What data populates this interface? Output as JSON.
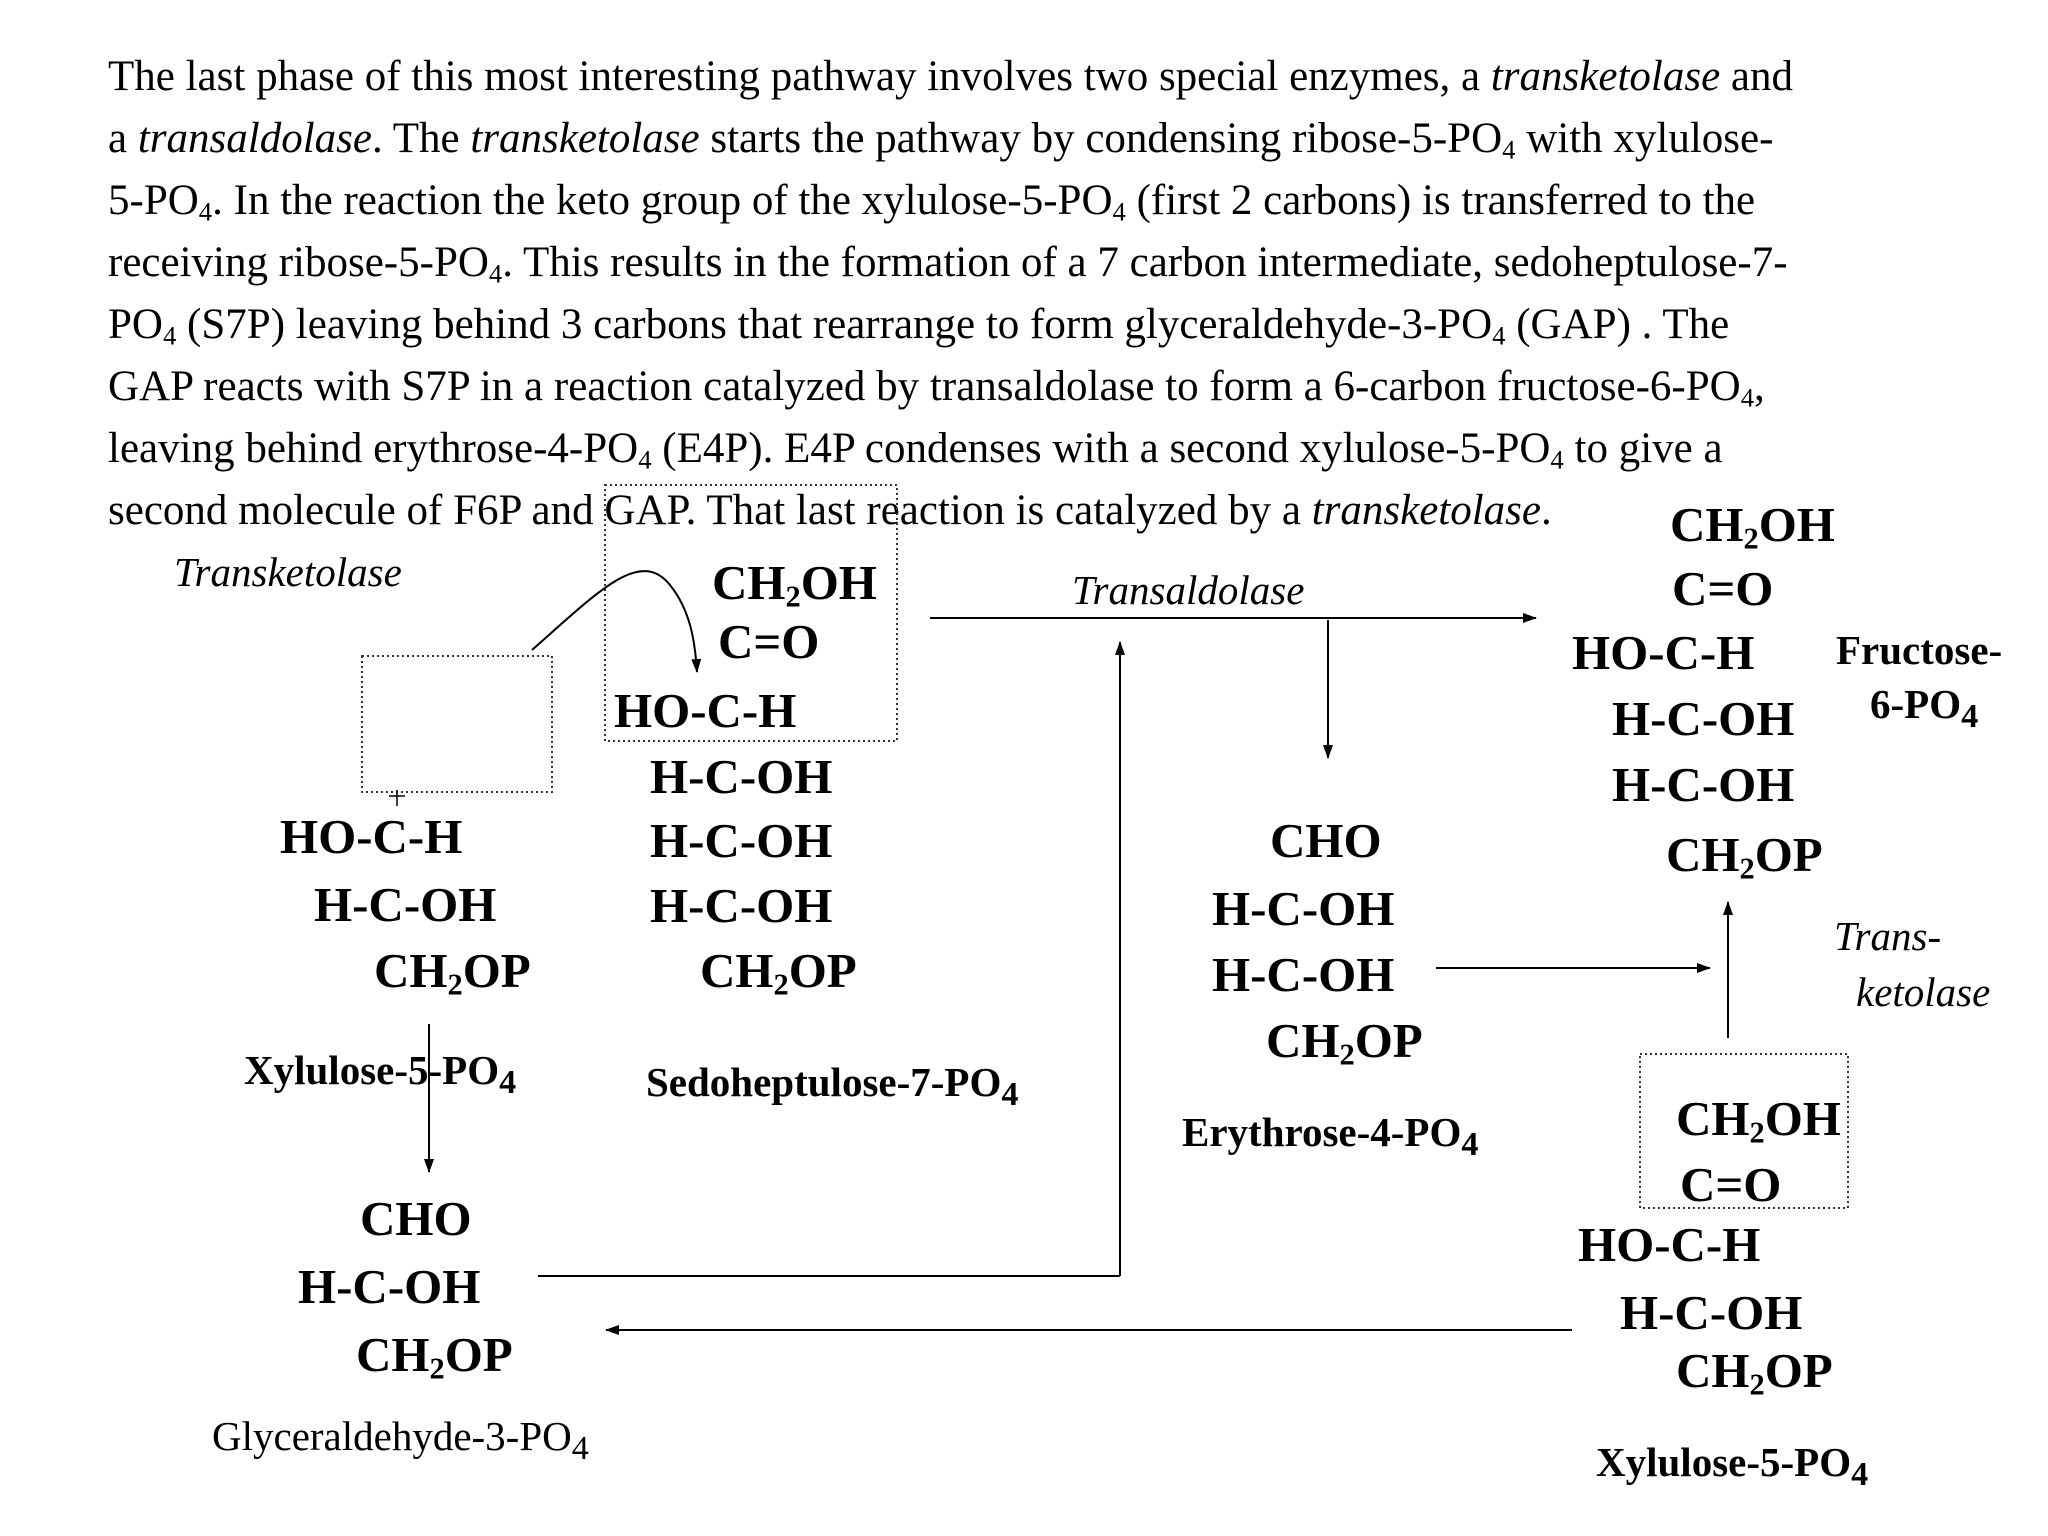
{
  "paragraph": {
    "l1a": "The last phase of this most interesting pathway involves two special enzymes, a ",
    "l1b": "transketolase",
    "l1c": " and",
    "l2a": "a ",
    "l2b": "transaldolase",
    "l2c": ".  The ",
    "l2d": "transketolase",
    "l2e": " starts the pathway by condensing ribose-5-PO",
    "l2f": " with xylulose-",
    "l3a": "5-PO",
    "l3b": ".  In the reaction the keto group of the xylulose-5-PO",
    "l3c": " (first 2 carbons) is transferred to the",
    "l4a": "receiving ribose-5-PO",
    "l4b": ". This results in the formation of a 7 carbon intermediate, sedoheptulose-7-",
    "l5a": "PO",
    "l5b": " (S7P) leaving behind 3 carbons that rearrange to form glyceraldehyde-3-PO",
    "l5c": " (GAP) . The",
    "l6a": "GAP reacts with S7P in a reaction catalyzed by transaldolase to form a 6-carbon fructose-6-PO",
    "l6b": ",",
    "l7a": "leaving behind erythrose-4-PO",
    "l7b": " (E4P). E4P condenses with a second xylulose-5-PO",
    "l7c": " to give a",
    "l8a": "second molecule of F6P and GAP.  That last reaction is catalyzed by a ",
    "l8b": "transketolase",
    "l8c": ".",
    "sub4": "4"
  },
  "enzymes": {
    "transketolase": "Transketolase",
    "transaldolase": "Transaldolase",
    "trans_ketolase_1": "Trans-",
    "trans_ketolase_2": "ketolase"
  },
  "structures": {
    "s7p": {
      "l1": "CH",
      "l1b": "OH",
      "l2": "C=O",
      "l3": "HO-C-H",
      "l4": "H-C-OH",
      "l5": "H-C-OH",
      "l6": "H-C-OH",
      "l7": "CH",
      "l7b": "OP"
    },
    "x5p_left": {
      "l3": "HO-C-H",
      "l4": "H-C-OH",
      "l5": "CH",
      "l5b": "OP"
    },
    "gap": {
      "l1": "CHO",
      "l2": "H-C-OH",
      "l3": "CH",
      "l3b": "OP"
    },
    "e4p": {
      "l1": "CHO",
      "l2": "H-C-OH",
      "l3": "H-C-OH",
      "l4": "CH",
      "l4b": "OP"
    },
    "f6p": {
      "l1": "CH",
      "l1b": "OH",
      "l2": "C=O",
      "l3": "HO-C-H",
      "l4": "H-C-OH",
      "l5": "H-C-OH",
      "l6": "CH",
      "l6b": "OP"
    },
    "x5p_right": {
      "l1": "CH",
      "l1b": "OH",
      "l2": "C=O",
      "l3": "HO-C-H",
      "l4": "H-C-OH",
      "l5": "CH",
      "l5b": "OP"
    },
    "sub2": "2"
  },
  "names": {
    "x5p_left_a": "Xylulose-5-PO",
    "s7p_a": "Sedoheptulose-7-PO",
    "e4p_a": "Erythrose-4-PO",
    "gap_a": "Glyceraldehyde-3-PO",
    "x5p_right_a": "Xylulose-5-PO",
    "f6p_a": "Fructose-",
    "f6p_b": "6-PO",
    "sub4": "4"
  }
}
